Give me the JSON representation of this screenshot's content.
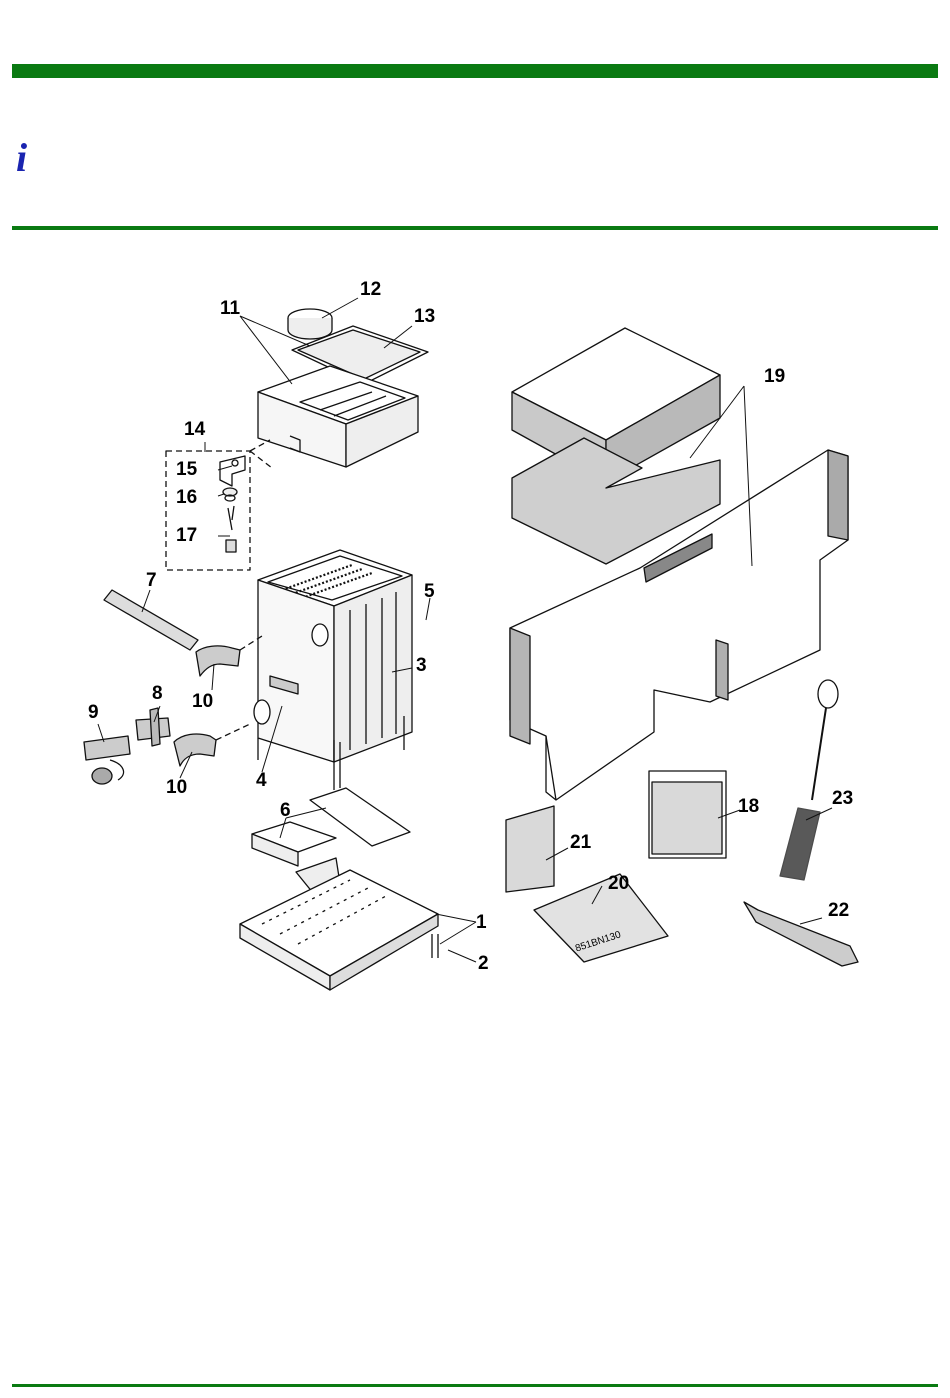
{
  "header": {
    "info_icon_glyph": "i",
    "rule_color": "#0a7a12",
    "icon_color": "#1a24b0"
  },
  "figure": {
    "icon": "exploded-parts-diagram",
    "drawing_code": "851BN130",
    "labels": {
      "l1": "1",
      "l2": "2",
      "l3": "3",
      "l4": "4",
      "l5": "5",
      "l6": "6",
      "l7": "7",
      "l8": "8",
      "l9": "9",
      "l10a": "10",
      "l10b": "10",
      "l11": "11",
      "l12": "12",
      "l13": "13",
      "l14": "14",
      "l15": "15",
      "l16": "16",
      "l17": "17",
      "l18": "18",
      "l19": "19",
      "l20": "20",
      "l21": "21",
      "l22": "22",
      "l23": "23"
    }
  }
}
